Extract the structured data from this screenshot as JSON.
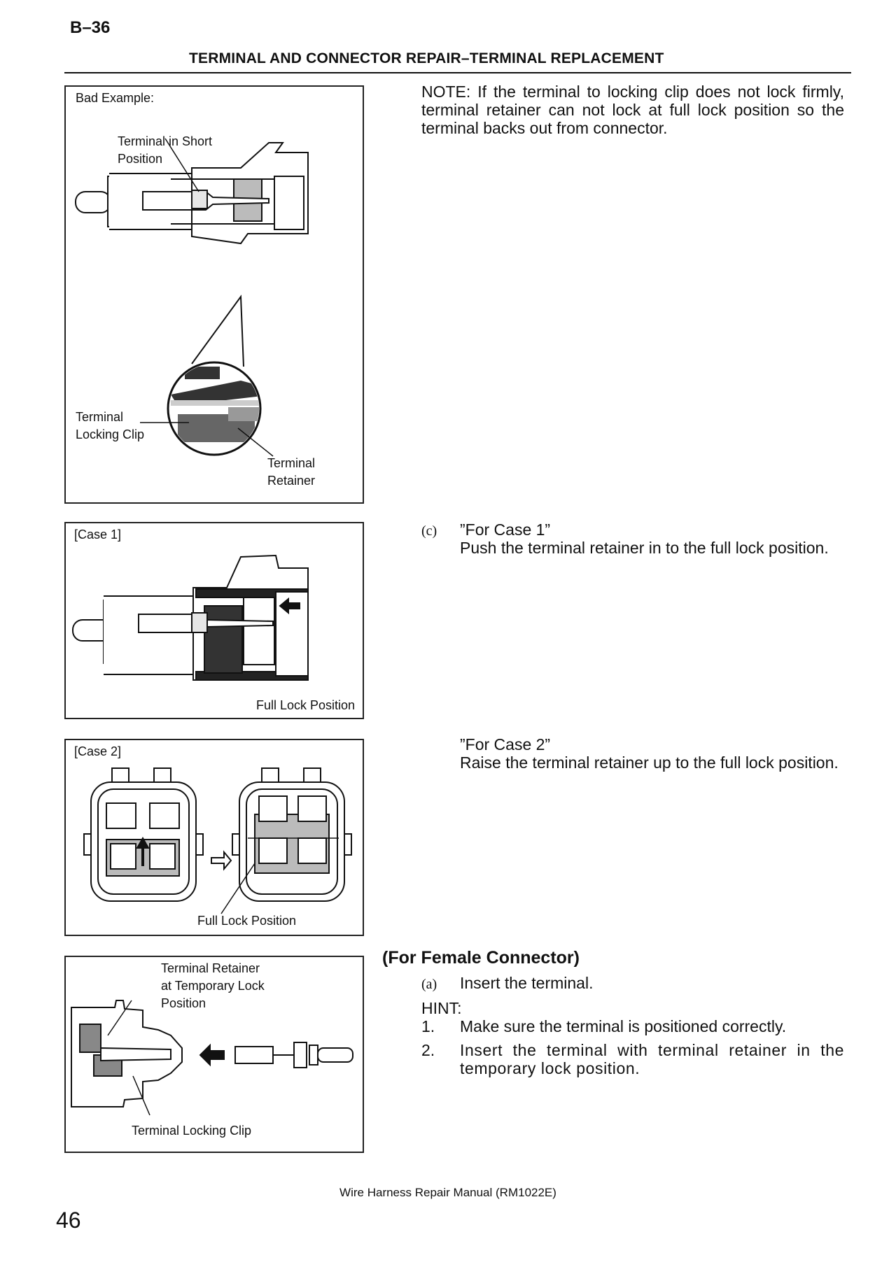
{
  "header": {
    "page_code": "B–36",
    "title": "TERMINAL AND CONNECTOR REPAIR–TERMINAL REPLACEMENT"
  },
  "figures": {
    "bad_example": {
      "caption": "Bad Example:",
      "label_short_position": "Terminal in Short\nPosition",
      "label_locking_clip": "Terminal\nLocking Clip",
      "label_retainer": "Terminal\nRetainer"
    },
    "case1": {
      "caption": "[Case 1]",
      "label_full_lock": "Full Lock Position"
    },
    "case2": {
      "caption": "[Case 2]",
      "label_full_lock": "Full Lock Position"
    },
    "female": {
      "label_retainer_temp": "Terminal Retainer\nat Temporary Lock\nPosition",
      "label_locking_clip": "Terminal Locking Clip"
    }
  },
  "body": {
    "note": "NOTE:   If the terminal to locking clip does not lock firmly, terminal retainer can not lock at full lock position so the terminal backs out from connector.",
    "step_c": {
      "letter": "(c)",
      "case1_title": "”For Case 1”",
      "case1_text": "Push the terminal retainer in to the full lock position.",
      "case2_title": "”For Case 2”",
      "case2_text": "Raise the terminal retainer up to the full lock position."
    },
    "female_heading": "(For Female Connector)",
    "step_a": {
      "letter": "(a)",
      "text": "Insert the terminal."
    },
    "hint_label": "HINT:",
    "hints": [
      {
        "num": "1.",
        "text": "Make sure the terminal is positioned correctly."
      },
      {
        "num": "2.",
        "text": "Insert the terminal with terminal retainer in the temporary lock position."
      }
    ]
  },
  "footer": {
    "manual": "Wire Harness Repair Manual (RM1022E)",
    "page_number": "46"
  }
}
